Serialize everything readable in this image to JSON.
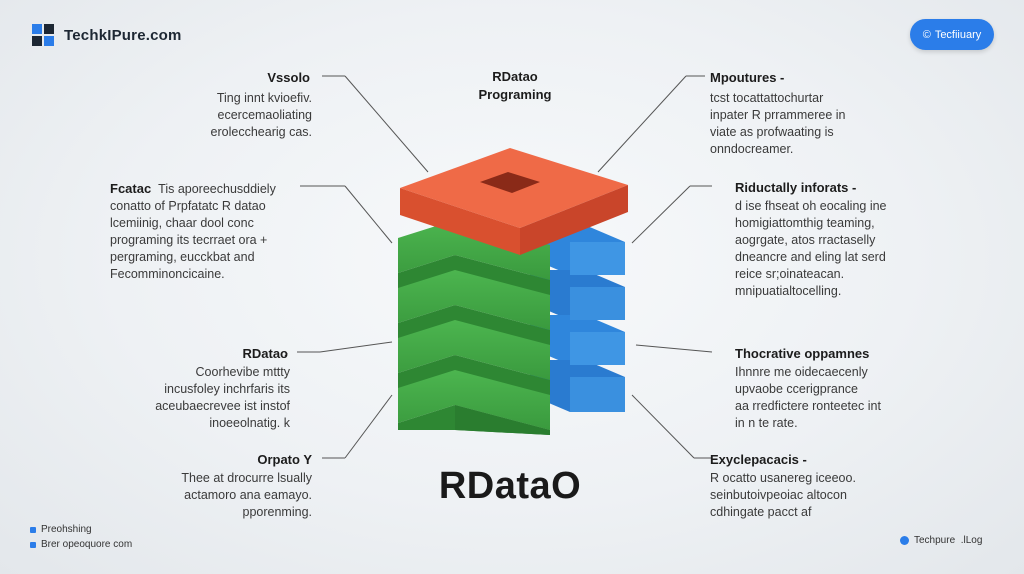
{
  "brand": {
    "name": "TechkIPure.com"
  },
  "top_button": {
    "label": "Tecfiiuary",
    "icon": "copyright-icon"
  },
  "center": {
    "label": "RDatao\nPrograming",
    "title": "RDataO"
  },
  "left_blocks": [
    {
      "heading": "Vssolo",
      "body": "Ting innt kvioefiv.\necercemaoliating\nerolecchearig cas."
    },
    {
      "heading": "Fcatac",
      "inline": "Tis aporeechusddiely",
      "body": "conatto of Prpfatatc R datao\nlcemiinig, chaar dool conc\nprograming its tecrraet ora +\npergraming, eucckbat and\nFecomminoncicaine."
    },
    {
      "heading": "RDatao",
      "body": "Coorhevibe mttty\nincusfoley inchrfaris its\naceubaecrevee ist instof\ninoeeolnatig. k"
    },
    {
      "heading": "Orpato Y",
      "body": "Thee at drocurre lsually\nactamoro ana eamayo.\npporenming."
    }
  ],
  "right_blocks": [
    {
      "heading": "Mpoutures -",
      "body": "tcst tocattattochurtar\ninpater R prrammeree in\nviate as profwaating is\nonndocreamer."
    },
    {
      "heading": "Riductally inforats -",
      "body": "d ise fhseat oh eocaling ine\nhomigiattomthig teaming,\naogrgate, atos rractaselly\ndneancre and eling lat serd\nreice sr;oinateacan.\nmnipuatialtocelling."
    },
    {
      "heading": "Thocrative oppamnes",
      "body": "Ihnnre me oidecaecenly\nupvaobe ccerigprance\naa rredfictere ronteetec int\nin n te rate."
    },
    {
      "heading": "Exyclepacacis -",
      "body": "R ocatto usanereg iceeoo.\nseinbutoivpeoiac altocon\ncdhingate pacct af"
    }
  ],
  "footer": {
    "left_line1": "Preohshing",
    "left_line2": "Brer opeoquore com",
    "right": "Techpure  .lLog"
  },
  "colors": {
    "accent": "#2b7de9",
    "red": "#e8583a",
    "green": "#3a9a3e",
    "blue": "#2f86dc"
  }
}
